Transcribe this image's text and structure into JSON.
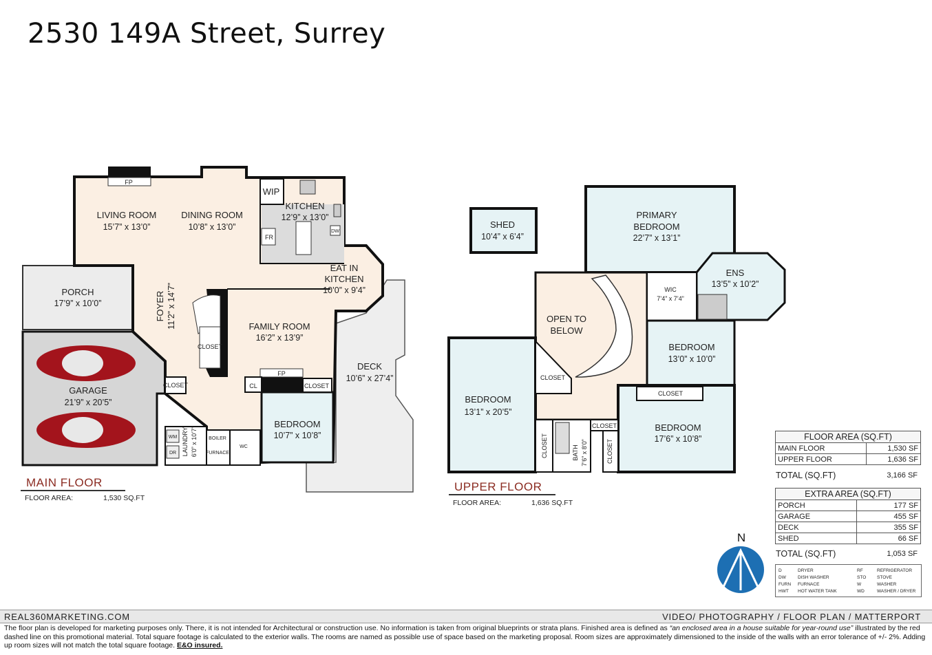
{
  "title": "2530 149A Street, Surrey",
  "main_floor": {
    "label": "MAIN FLOOR",
    "area_label": "FLOOR AREA:",
    "area_value": "1,530 SQ.FT",
    "rooms": {
      "living": {
        "name": "LIVING ROOM",
        "dim": "15’7” x 13’0”"
      },
      "dining": {
        "name": "DINING ROOM",
        "dim": "10’8” x 13’0”"
      },
      "wip": {
        "name": "WIP"
      },
      "kitchen": {
        "name": "KITCHEN",
        "dim": "12’9” x 13’0”"
      },
      "fr": {
        "name": "FR"
      },
      "dw": {
        "name": "DW"
      },
      "eatin": {
        "name1": "EAT IN",
        "name2": "KITCHEN",
        "dim": "10’0” x 9’4”"
      },
      "porch": {
        "name": "PORCH",
        "dim": "17’9” x 10’0”"
      },
      "foyer": {
        "name": "FOYER",
        "dim": "11’2” x 14’7”"
      },
      "closet1": {
        "name": "CLOSET"
      },
      "family": {
        "name": "FAMILY ROOM",
        "dim": "16’2” x 13’9”"
      },
      "deck": {
        "name": "DECK",
        "dim": "10’6” x 27’4”"
      },
      "garage": {
        "name": "GARAGE",
        "dim": "21’9” x 20’5”"
      },
      "closet2": {
        "name": "CLOSET"
      },
      "fp1": {
        "name": "FP"
      },
      "fp2": {
        "name": "FP"
      },
      "cl": {
        "name": "CL"
      },
      "closet3": {
        "name": "CLOSET"
      },
      "bedroom": {
        "name": "BEDROOM",
        "dim": "10’7” x 10’8”"
      },
      "laundry": {
        "name": "LAUNDRY",
        "dim": "6’0” x 10’7”"
      },
      "wm": {
        "name": "WM"
      },
      "dr": {
        "name": "DR"
      },
      "boiler": {
        "name": "BOILER"
      },
      "furnace": {
        "name": "FURNACE"
      },
      "wc": {
        "name": "WC"
      }
    }
  },
  "upper_floor": {
    "label": "UPPER FLOOR",
    "area_label": "FLOOR AREA:",
    "area_value": "1,636 SQ.FT",
    "rooms": {
      "shed": {
        "name": "SHED",
        "dim": "10’4” x 6’4”"
      },
      "primary": {
        "name1": "PRIMARY",
        "name2": "BEDROOM",
        "dim": "22’7” x 13’1”"
      },
      "ens": {
        "name": "ENS",
        "dim": "13’5” x 10’2”"
      },
      "wic": {
        "name": "WIC",
        "dim": "7’4” x 7’4”"
      },
      "open": {
        "name1": "OPEN TO",
        "name2": "BELOW"
      },
      "bed2": {
        "name": "BEDROOM",
        "dim": "13’0” x 10’0”"
      },
      "closet_a": {
        "name": "CLOSET"
      },
      "closet_b": {
        "name": "CLOSET"
      },
      "bed3": {
        "name": "BEDROOM",
        "dim": "13’1” x 20’5”"
      },
      "bed4": {
        "name": "BEDROOM",
        "dim": "17’6” x 10’8”"
      },
      "closet_c": {
        "name": "CLOSET"
      },
      "closet_d": {
        "name": "CLOSET"
      },
      "closet_e": {
        "name": "CLOSET"
      },
      "bath": {
        "name": "BATH",
        "dim": "7’6” x 8’0”"
      }
    }
  },
  "floor_area_table": {
    "header": "FLOOR AREA (SQ.FT)",
    "rows": [
      {
        "label": "MAIN FLOOR",
        "value": "1,530 SF"
      },
      {
        "label": "UPPER FLOOR",
        "value": "1,636 SF"
      }
    ],
    "total_label": "TOTAL (SQ.FT)",
    "total_value": "3,166 SF"
  },
  "extra_area_table": {
    "header": "EXTRA AREA (SQ.FT)",
    "rows": [
      {
        "label": "PORCH",
        "value": "177 SF"
      },
      {
        "label": "GARAGE",
        "value": "455 SF"
      },
      {
        "label": "DECK",
        "value": "355 SF"
      },
      {
        "label": "SHED",
        "value": "66 SF"
      }
    ],
    "total_label": "TOTAL (SQ.FT)",
    "total_value": "1,053 SF"
  },
  "compass": {
    "label": "N"
  },
  "legend": [
    {
      "abbr": "D",
      "text": "DRYER",
      "abbr2": "RF",
      "text2": "REFRIGERATOR"
    },
    {
      "abbr": "DW",
      "text": "DISH WASHER",
      "abbr2": "STO",
      "text2": "STOVE"
    },
    {
      "abbr": "FURN",
      "text": "FURNACE",
      "abbr2": "W",
      "text2": "WASHER"
    },
    {
      "abbr": "HWT",
      "text": "HOT WATER TANK",
      "abbr2": "WD",
      "text2": "WASHER / DRYER"
    }
  ],
  "footer": {
    "left": "REAL360MARKETING.COM",
    "right": "VIDEO/ PHOTOGRAPHY / FLOOR PLAN / MATTERPORT",
    "disclaimer_1": "The floor plan is developed for marketing purposes only. There, it is not intended for Architectural or construction use. No information is  taken from original blueprints or strata plans. Finished area is defined as ",
    "disclaimer_italic": "“an enclosed area in a house suitable for year-round use”",
    "disclaimer_2": " illustrated by the red dashed line on this promotional material. Total square footage is calculated to the exterior walls. The rooms are named as possible use of space based on the marketing proposal. Room sizes are approximately dimensioned to the inside of the walls with an error tolerance of +/- 2%. Adding up room sizes will not match the total square footage. ",
    "disclaimer_bold": "E&O insured."
  },
  "colors": {
    "main_floor_fill": "#fbefe3",
    "kitchen_fill": "#dcdcdc",
    "porch_fill": "#ececec",
    "garage_fill": "#d6d6d6",
    "bedroom_fill": "#e6f3f5",
    "open_fill": "#fbefe3",
    "car_red": "#a3141c",
    "floor_label": "#8b2c22",
    "compass_blue": "#1d6fb3"
  }
}
